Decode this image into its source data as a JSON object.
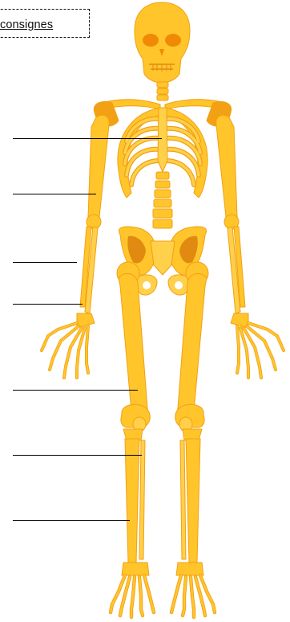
{
  "instructions": {
    "link_label": "consignes"
  },
  "figure": {
    "subject": "human-skeleton-front-view",
    "colors": {
      "bone": "#FFC52B",
      "bone_light": "#FFD04A",
      "bone_dark": "#F2A014",
      "shadow": "#E08A12",
      "eye_socket": "#F08A06",
      "background": "#FFFFFF"
    }
  },
  "label_slots": [
    {
      "id": "ribcage",
      "label": ""
    },
    {
      "id": "humerus",
      "label": ""
    },
    {
      "id": "radius",
      "label": ""
    },
    {
      "id": "ulna",
      "label": ""
    },
    {
      "id": "femur",
      "label": ""
    },
    {
      "id": "tibia",
      "label": ""
    },
    {
      "id": "fibula",
      "label": ""
    }
  ]
}
